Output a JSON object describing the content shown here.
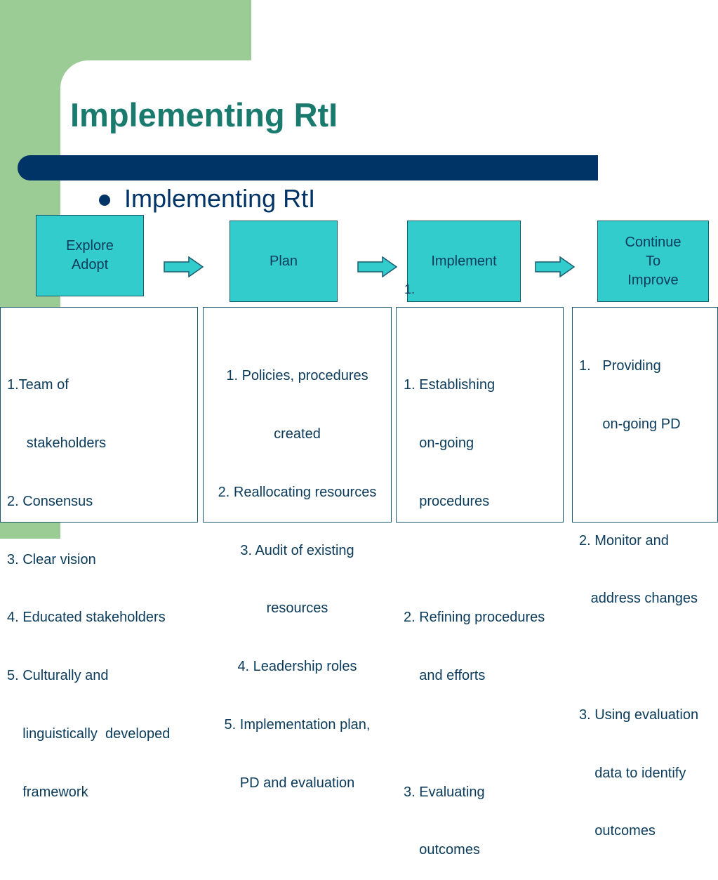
{
  "slide": {
    "title": "Implementing RtI",
    "bullet": "Implementing RtI",
    "colors": {
      "green": "#9ccc95",
      "navy": "#003366",
      "teal_title": "#1a7a6e",
      "stage_fill": "#33cccc"
    },
    "stray_text": "1."
  },
  "stages": [
    {
      "label": "Explore\nAdopt"
    },
    {
      "label": "Plan"
    },
    {
      "label": "Implement"
    },
    {
      "label": "Continue\nTo\nImprove"
    }
  ],
  "lists": [
    {
      "lines": [
        "1.Team of",
        "     stakeholders",
        "2. Consensus",
        "3. Clear vision",
        "4. Educated stakeholders",
        "5. Culturally and",
        "    linguistically  developed",
        "    framework"
      ]
    },
    {
      "lines": [
        "1. Policies, procedures",
        "created",
        "2. Reallocating resources",
        "3. Audit of existing",
        "resources",
        "4. Leadership roles",
        "5. Implementation plan,",
        "PD and evaluation"
      ]
    },
    {
      "lines": [
        "1. Establishing",
        "    on-going",
        "    procedures",
        "",
        "2. Refining procedures",
        "    and efforts",
        "",
        "3. Evaluating",
        "    outcomes"
      ]
    },
    {
      "lines": [
        "1.   Providing",
        "      on-going PD",
        "",
        "2. Monitor and",
        "   address changes",
        "",
        "3. Using evaluation",
        "    data to identify",
        "    outcomes"
      ]
    }
  ]
}
